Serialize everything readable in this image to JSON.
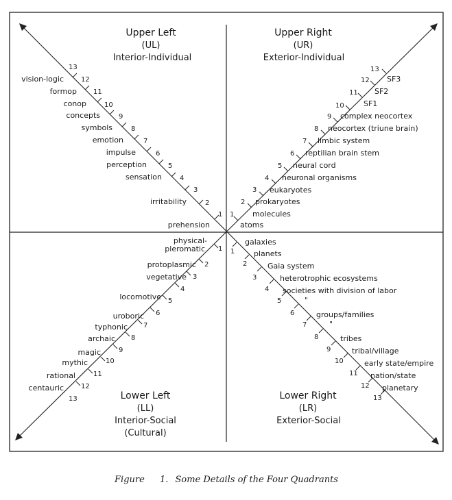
{
  "quadrants": {
    "ul": {
      "title": "Upper Left",
      "abbr": "(UL)",
      "subtitle": "Interior-Individual"
    },
    "ur": {
      "title": "Upper Right",
      "abbr": "(UR)",
      "subtitle": "Exterior-Individual"
    },
    "ll": {
      "title": "Lower Left",
      "abbr": "(LL)",
      "subtitle": "Interior-Social",
      "subtitle2": "(Cultural)"
    },
    "lr": {
      "title": "Lower Right",
      "abbr": "(LR)",
      "subtitle": "Exterior-Social"
    }
  },
  "axes": {
    "ul": {
      "numbers": [
        "1",
        "2",
        "3",
        "4",
        "5",
        "6",
        "7",
        "8",
        "9",
        "10",
        "11",
        "12",
        "13"
      ],
      "labels": [
        "prehension",
        "irritability",
        "sensation",
        "perception",
        "impulse",
        "emotion",
        "symbols",
        "concepts",
        "conop",
        "formop",
        "vision-logic"
      ]
    },
    "ur": {
      "numbers": [
        "1",
        "2",
        "3",
        "4",
        "5",
        "6",
        "7",
        "8",
        "9",
        "10",
        "11",
        "12",
        "13"
      ],
      "labels": [
        "atoms",
        "molecules",
        "prokaryotes",
        "eukaryotes",
        "neuronal organisms",
        "neural cord",
        "reptilian brain stem",
        "limbic system",
        "neocortex (triune brain)",
        "complex neocortex",
        "SF1",
        "SF2",
        "SF3"
      ]
    },
    "ll": {
      "numbers": [
        "1",
        "2",
        "3",
        "4",
        "5",
        "6",
        "7",
        "8",
        "9",
        "10",
        "11",
        "12",
        "13"
      ],
      "labels": [
        "physical-",
        "pleromatic",
        "protoplasmic",
        "vegetative",
        "locomotive",
        "uroboric",
        "typhonic",
        "archaic",
        "magic",
        "mythic",
        "rational",
        "centauric"
      ]
    },
    "lr": {
      "numbers": [
        "1",
        "2",
        "3",
        "4",
        "5",
        "6",
        "7",
        "8",
        "9",
        "10",
        "11",
        "12",
        "13"
      ],
      "labels": [
        "galaxies",
        "planets",
        "Gaia system",
        "heterotrophic ecosystems",
        "societies with division of labor",
        "\"",
        "groups/families",
        "\"",
        "tribes",
        "tribal/village",
        "early state/empire",
        "nation/state",
        "planetary"
      ]
    }
  },
  "caption": {
    "label": "Figure",
    "number": "1.",
    "text": "Some Details of the Four Quadrants"
  }
}
